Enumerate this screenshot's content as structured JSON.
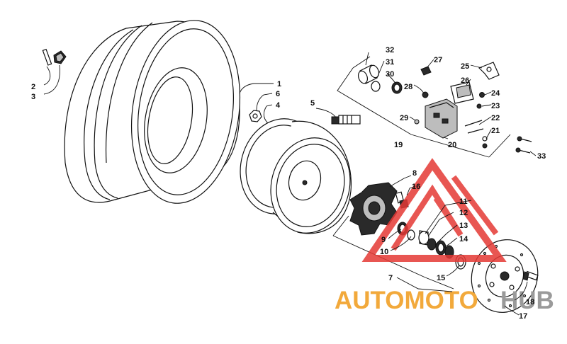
{
  "diagram": {
    "callouts": [
      {
        "id": "n1",
        "label": "1"
      },
      {
        "id": "n2",
        "label": "2"
      },
      {
        "id": "n3",
        "label": "3"
      },
      {
        "id": "n4",
        "label": "4"
      },
      {
        "id": "n5",
        "label": "5"
      },
      {
        "id": "n6",
        "label": "6"
      },
      {
        "id": "n7",
        "label": "7"
      },
      {
        "id": "n8",
        "label": "8"
      },
      {
        "id": "n9",
        "label": "9"
      },
      {
        "id": "n10",
        "label": "10"
      },
      {
        "id": "n11",
        "label": "11"
      },
      {
        "id": "n12",
        "label": "12"
      },
      {
        "id": "n13",
        "label": "13"
      },
      {
        "id": "n14",
        "label": "14"
      },
      {
        "id": "n15",
        "label": "15"
      },
      {
        "id": "n16",
        "label": "16"
      },
      {
        "id": "n17",
        "label": "17"
      },
      {
        "id": "n18",
        "label": "18"
      },
      {
        "id": "n19",
        "label": "19"
      },
      {
        "id": "n20",
        "label": "20"
      },
      {
        "id": "n21",
        "label": "21"
      },
      {
        "id": "n22",
        "label": "22"
      },
      {
        "id": "n23",
        "label": "23"
      },
      {
        "id": "n24",
        "label": "24"
      },
      {
        "id": "n25",
        "label": "25"
      },
      {
        "id": "n26",
        "label": "26"
      },
      {
        "id": "n27",
        "label": "27"
      },
      {
        "id": "n28",
        "label": "28"
      },
      {
        "id": "n29",
        "label": "29"
      },
      {
        "id": "n30",
        "label": "30"
      },
      {
        "id": "n31",
        "label": "31"
      },
      {
        "id": "n32",
        "label": "32"
      },
      {
        "id": "n33",
        "label": "33"
      }
    ]
  },
  "watermark": {
    "part1": "AUTOMOTO",
    "part2": "HUB",
    "color_primary": "#f2a93b",
    "color_secondary": "#9a9a9a",
    "color_logo": "#e53935"
  }
}
